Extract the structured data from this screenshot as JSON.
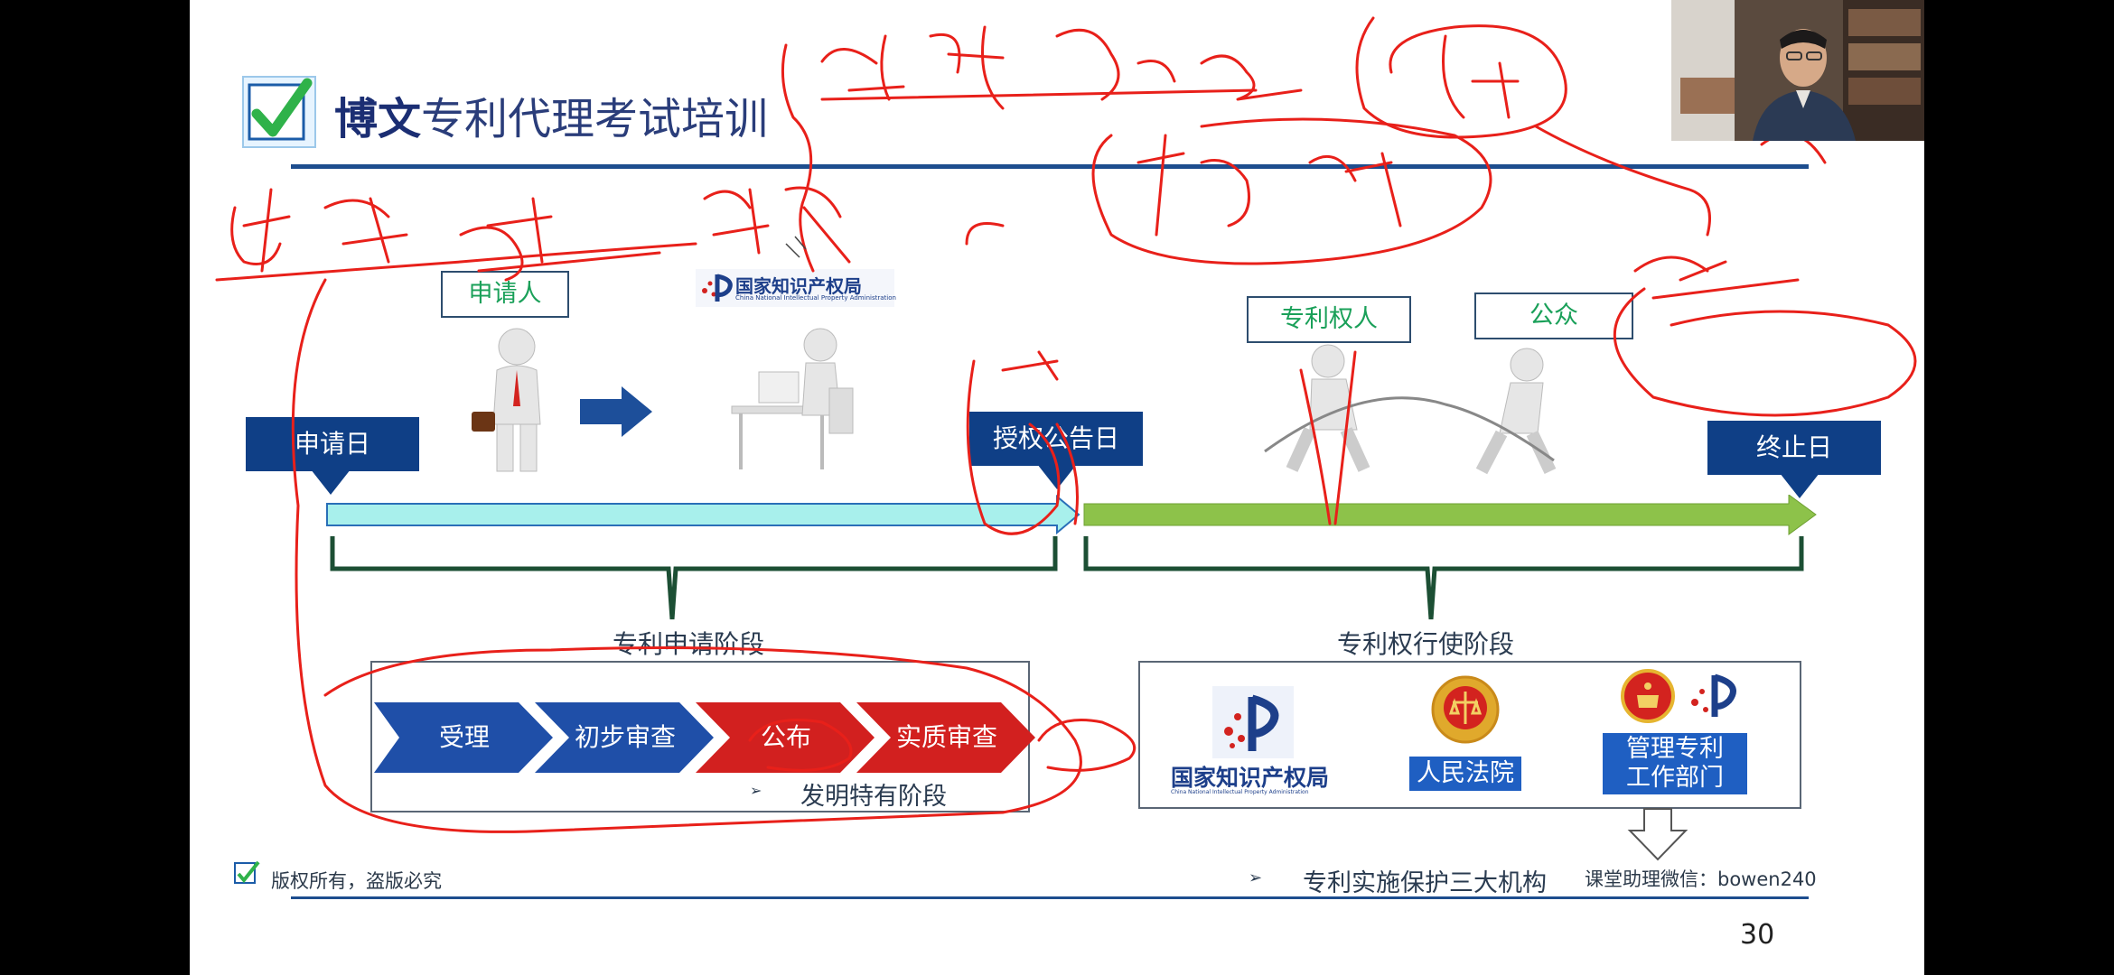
{
  "header": {
    "brand_bold": "博文",
    "brand_rest": "专利代理考试培训"
  },
  "roles": {
    "applicant": "申请人",
    "cnipa_logo_text": "国家知识产权局",
    "cnipa_logo_sub": "China National Intellectual Property Administration",
    "patentee": "专利权人",
    "public": "公众"
  },
  "timeline": {
    "filing_date": "申请日",
    "grant_date": "授权公告日",
    "end_date": "终止日"
  },
  "stages": {
    "application_stage": "专利申请阶段",
    "exercise_stage": "专利权行使阶段",
    "invention_specific": "发明特有阶段",
    "steps": [
      "受理",
      "初步审查",
      "公布",
      "实质审查"
    ]
  },
  "institutions": {
    "cnipa": "国家知识产权局",
    "cnipa_sub": "China National Intellectual Property Administration",
    "court": "人民法院",
    "admin_line1": "管理专利",
    "admin_line2": "工作部门",
    "caption": "专利实施保护三大机构"
  },
  "footer": {
    "copyright": "版权所有，盗版必究",
    "assistant": "课堂助理微信：bowen240",
    "page": "30"
  },
  "colors": {
    "navy": "#0f3f86",
    "step_blue": "#1f4fa8",
    "step_red": "#d2201f",
    "timeline_cyan": "#a8f0ec",
    "timeline_green": "#8dc24a",
    "annotation_red": "#e8201a"
  }
}
